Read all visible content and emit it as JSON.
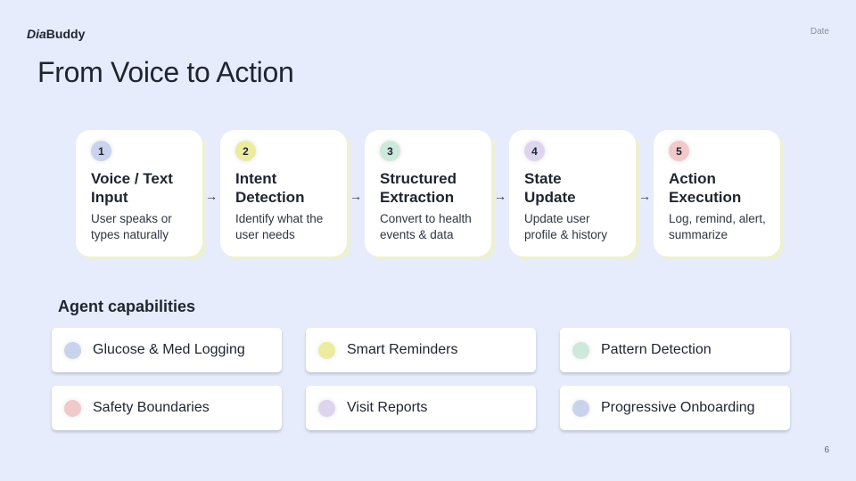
{
  "brand": {
    "italic_part": "Dia",
    "regular_part": "Buddy"
  },
  "date_label": "Date",
  "title": "From Voice to Action",
  "steps": [
    {
      "number": "1",
      "title_line1": "Voice / Text",
      "title_line2": "Input",
      "desc_line1": "User speaks or",
      "desc_line2": "types naturally",
      "color": "#c9d3ec"
    },
    {
      "number": "2",
      "title_line1": "Intent",
      "title_line2": "Detection",
      "desc_line1": "Identify what the",
      "desc_line2": "user needs",
      "color": "#ecec9e"
    },
    {
      "number": "3",
      "title_line1": "Structured",
      "title_line2": "Extraction",
      "desc_line1": "Convert to health",
      "desc_line2": "events & data",
      "color": "#cde9db"
    },
    {
      "number": "4",
      "title_line1": "State",
      "title_line2": "Update",
      "desc_line1": "Update user",
      "desc_line2": "profile & history",
      "color": "#ddd5ee"
    },
    {
      "number": "5",
      "title_line1": "Action",
      "title_line2": "Execution",
      "desc_line1": "Log, remind, alert,",
      "desc_line2": "summarize",
      "color": "#f2c9cb"
    }
  ],
  "arrow_glyph": "→",
  "capabilities_heading": "Agent capabilities",
  "capabilities": [
    {
      "label": "Glucose & Med Logging",
      "color": "#c9d3ec"
    },
    {
      "label": "Smart Reminders",
      "color": "#ecec9e"
    },
    {
      "label": "Pattern Detection",
      "color": "#cde9db"
    },
    {
      "label": "Safety Boundaries",
      "color": "#f2c9cb"
    },
    {
      "label": "Visit Reports",
      "color": "#ddd5ee"
    },
    {
      "label": "Progressive Onboarding",
      "color": "#c9d3ec"
    }
  ],
  "page_number": "6"
}
